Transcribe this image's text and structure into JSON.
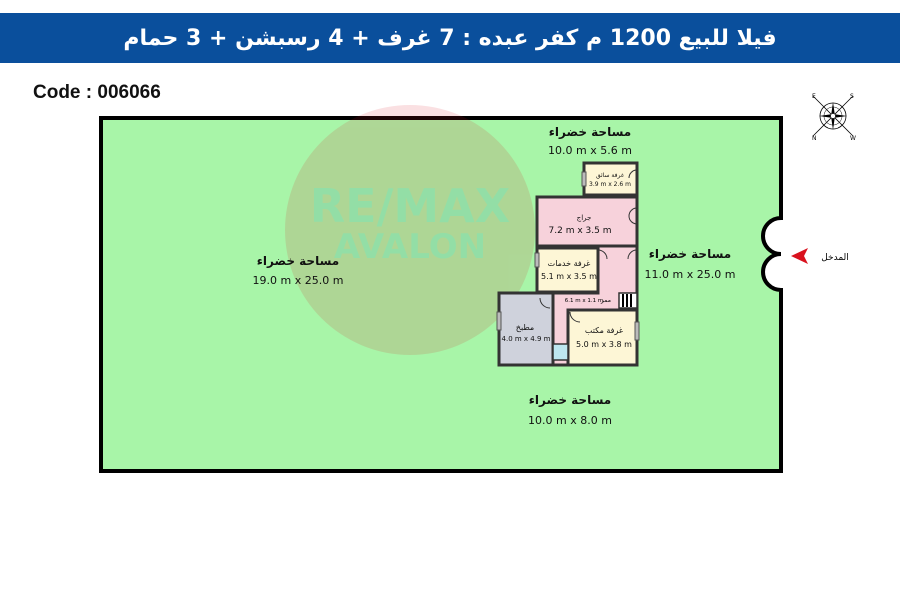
{
  "header": {
    "title": "فيلا للبيع 1200 م كفر عبده :  7 غرف + 4 رسبشن + 3 حمام"
  },
  "code": "Code : 006066",
  "watermark": {
    "line1": "RE/MAX",
    "line2": "AVALON"
  },
  "colors": {
    "header": "#0a4f9c",
    "garden": "#a8f5a8",
    "room_cream": "#fdf6d6",
    "room_pink": "#f7d2db",
    "kitchen": "#cfd2dc",
    "entrance_arrow": "#d9121e"
  },
  "compass": {
    "n": "N",
    "s": "S",
    "e": "E",
    "w": "W"
  },
  "entrance": {
    "label": "المدخل"
  },
  "gardens": [
    {
      "name": "مساحة خضراء",
      "dims": "10.0 m x 5.6 m"
    },
    {
      "name": "مساحة خضراء",
      "dims": "19.0 m x 25.0 m"
    },
    {
      "name": "مساحة خضراء",
      "dims": "11.0 m x 25.0 m"
    },
    {
      "name": "مساحة خضراء",
      "dims": "10.0 m x 8.0 m"
    }
  ],
  "rooms": {
    "driver": {
      "name": "غرفة سائق",
      "dims": "3.9 m x 2.6 m"
    },
    "garage": {
      "name": "جراج",
      "dims": "7.2 m x 3.5 m"
    },
    "services": {
      "name": "غرفة خدمات",
      "dims": "5.1 m x 3.5 m"
    },
    "corridor": {
      "name": "ممر",
      "dims": "6.1 m x 1.1 m"
    },
    "kitchen": {
      "name": "مطبخ",
      "dims": "4.0 m x 4.9 m"
    },
    "office": {
      "name": "غرفة مكتب",
      "dims": "5.0 m x 3.8 m"
    }
  }
}
